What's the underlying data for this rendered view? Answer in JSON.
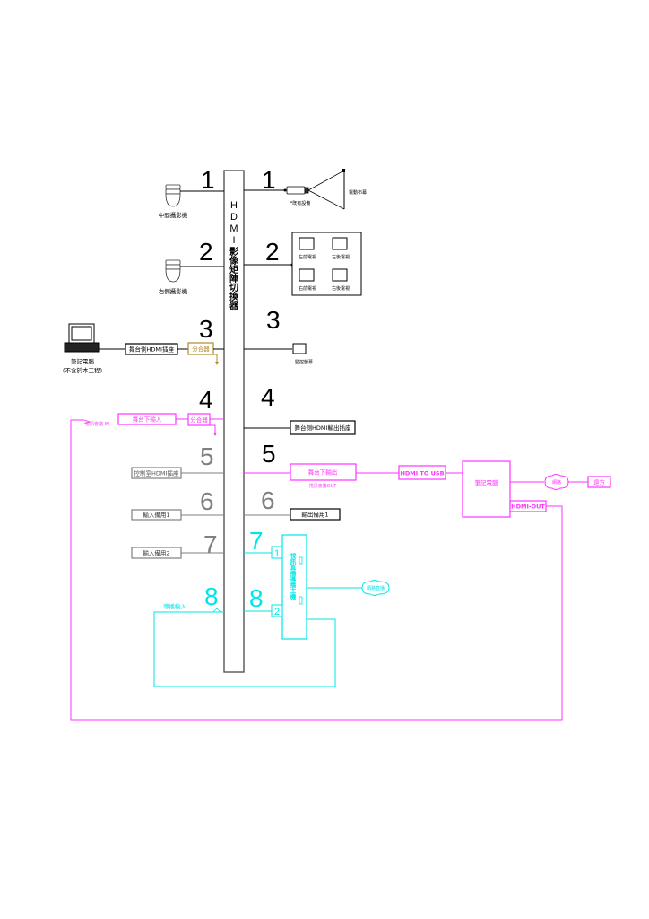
{
  "colors": {
    "black": "#000000",
    "gray": "#808080",
    "gold": "#b08a28",
    "magenta": "#ff33ff",
    "cyan": "#00e6e6"
  },
  "matrix": {
    "title_latin": [
      "H",
      "D",
      "M",
      "I"
    ],
    "title_cjk": [
      "影",
      "像",
      "矩",
      "陣",
      "切",
      "換",
      "器"
    ]
  },
  "inputs": [
    {
      "num": "1",
      "device": "中間攝影機"
    },
    {
      "num": "2",
      "device": "右側攝影機"
    },
    {
      "num": "3",
      "device": "舞台側HDMI插座",
      "splitter": "分合器",
      "source": "筆記電腦",
      "source_note": "(不含於本工程)"
    },
    {
      "num": "4",
      "device": "舞台下輸入",
      "splitter": "分合器",
      "side_label": "視訊會議 IN"
    },
    {
      "num": "5",
      "device": "控制室HDMI插座"
    },
    {
      "num": "6",
      "device": "輸入備用1"
    },
    {
      "num": "7",
      "device": "輸入備用2"
    },
    {
      "num": "8",
      "device": "導播輸入"
    }
  ],
  "outputs": [
    {
      "num": "1",
      "device": "*既有設備",
      "screen": "電動布幕"
    },
    {
      "num": "2",
      "tvs": [
        "左前電視",
        "左後電視",
        "右前電視",
        "右後電視"
      ]
    },
    {
      "num": "3",
      "device": "監控螢幕"
    },
    {
      "num": "4",
      "device": "舞台側HDMI輸出插座"
    },
    {
      "num": "5",
      "device": "舞台下輸出",
      "sub": "視訊會議OUT",
      "converter": "HDMI TO USB",
      "pc": "筆記電腦",
      "hdmi_out": "HDMI-OUT",
      "cloud": "網路",
      "remote": "遠方"
    },
    {
      "num": "6",
      "device": "輸出備用1"
    },
    {
      "num": "7",
      "port": "1"
    },
    {
      "num": "8",
      "port": "2"
    }
  ],
  "streamer": {
    "name": "視訊直播導播主機",
    "cloud": "網路直播"
  }
}
